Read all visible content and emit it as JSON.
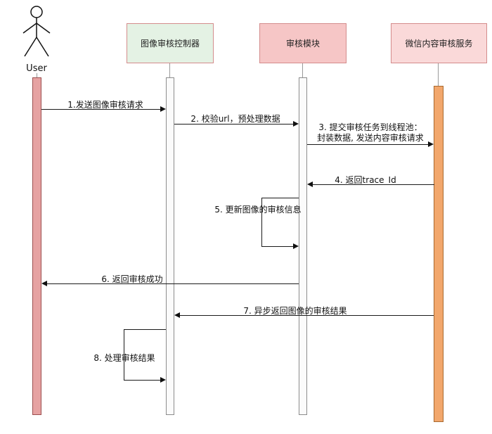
{
  "diagram": {
    "type": "uml-sequence-diagram",
    "actor": {
      "label": "User"
    },
    "participants": [
      {
        "id": "controller",
        "label": "图像审核控制器",
        "fill": "#e4f2e4",
        "border": "#d48c8c"
      },
      {
        "id": "audit-module",
        "label": "审核模块",
        "fill": "#f6c6c6",
        "border": "#d48c8c"
      },
      {
        "id": "wechat-service",
        "label": "微信内容审核服务",
        "fill": "#fad9d9",
        "border": "#d48c8c"
      }
    ],
    "activations": [
      {
        "on": "User",
        "fill": "#e6a2a2",
        "border": "#9c5050"
      },
      {
        "on": "图像审核控制器",
        "fill": "#fbfbfb",
        "border": "#8c8c8c"
      },
      {
        "on": "审核模块",
        "fill": "#fbfbfb",
        "border": "#8c8c8c"
      },
      {
        "on": "微信内容审核服务",
        "fill": "#f2a76c",
        "border": "#a8692f"
      }
    ],
    "messages": [
      {
        "label": "1.发送图像审核请求",
        "from": "User",
        "to": "图像审核控制器",
        "kind": "solid-right"
      },
      {
        "label": "2. 校验url，预处理数据",
        "from": "图像审核控制器",
        "to": "审核模块",
        "kind": "solid-right"
      },
      {
        "label": "3. 提交审核任务到线程池：",
        "label2": "封装数据, 发送内容审核请求",
        "from": "审核模块",
        "to": "微信内容审核服务",
        "kind": "solid-right"
      },
      {
        "label": "4. 返回trace_Id",
        "from": "微信内容审核服务",
        "to": "审核模块",
        "kind": "solid-left"
      },
      {
        "label": "5. 更新图像的审核信息",
        "from": "审核模块",
        "to": "审核模块",
        "kind": "self-loop-left"
      },
      {
        "label": "6. 返回审核成功",
        "from": "审核模块",
        "to": "User",
        "kind": "solid-left"
      },
      {
        "label": "7. 异步返回图像的审核结果",
        "from": "微信内容审核服务",
        "to": "图像审核控制器",
        "kind": "solid-left"
      },
      {
        "label": "8. 处理审核结果",
        "from": "图像审核控制器",
        "to": "图像审核控制器",
        "kind": "self-loop-left"
      }
    ]
  }
}
